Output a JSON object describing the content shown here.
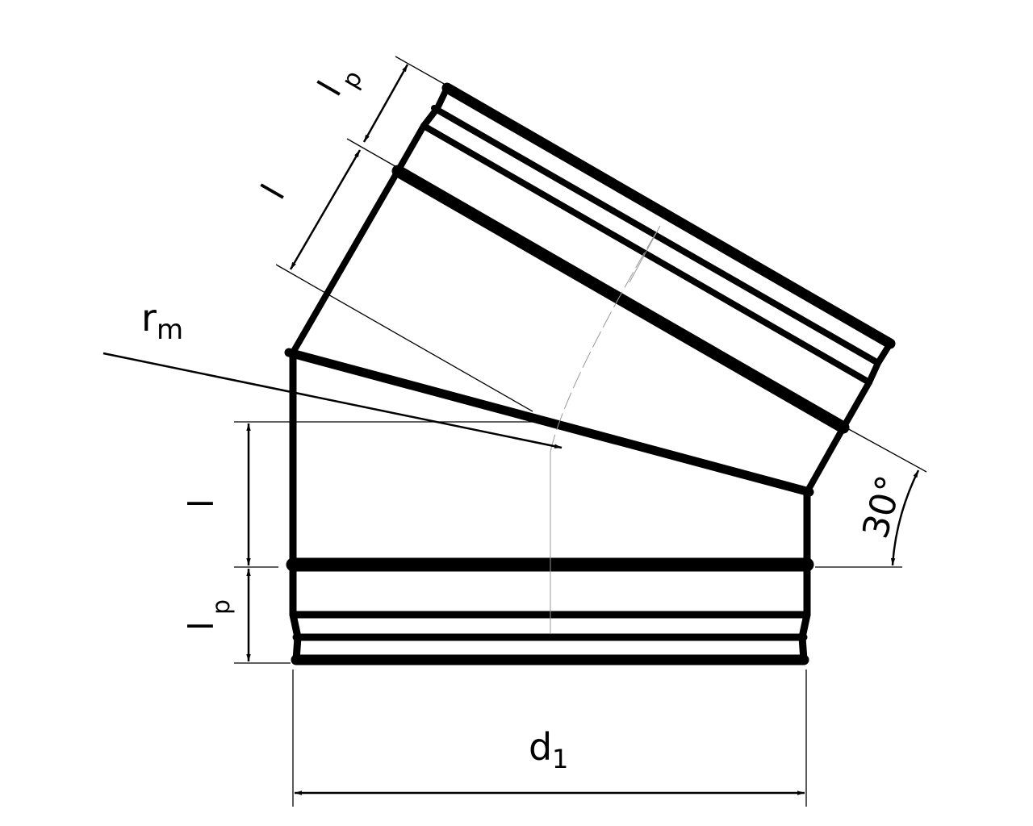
{
  "dimensions": {
    "lp_top": {
      "main": "l",
      "sub": "p"
    },
    "l_top": "l",
    "rm": {
      "main": "r",
      "sub": "m"
    },
    "l_left": "l",
    "lp_left": {
      "main": "l",
      "sub": "p"
    },
    "d1": {
      "main": "d",
      "sub": "1"
    },
    "angle": "30°"
  },
  "colors": {
    "stroke": "#000000",
    "background": "#ffffff",
    "centerline": "#999999"
  }
}
